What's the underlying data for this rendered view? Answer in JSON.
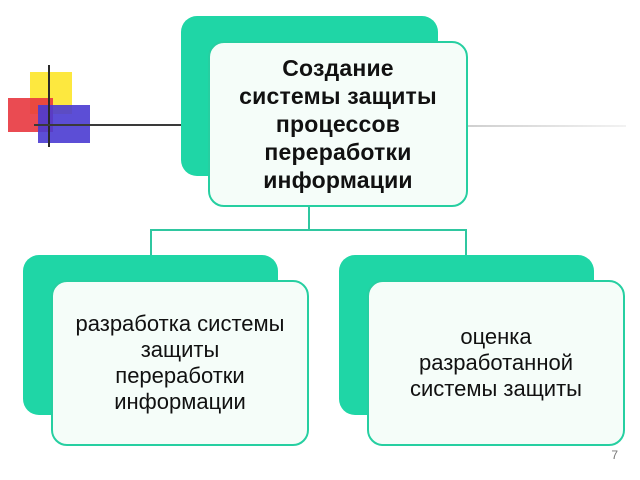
{
  "diagram": {
    "root": {
      "text": "Создание\nсистемы защиты\nпроцессов\nпереработки\nинформации"
    },
    "children": [
      {
        "text": "разработка системы\nзащиты\nпереработки\nинформации"
      },
      {
        "text": "оценка\nразработанной\nсистемы защиты"
      }
    ]
  },
  "colors": {
    "accent_teal": "#1fd6a6",
    "card_fill": "#f5fdf9",
    "ornament_yellow": "#fde83f",
    "ornament_red": "#e8373f",
    "ornament_blue": "#4a3bd1"
  },
  "slide": {
    "page_number": "7"
  }
}
